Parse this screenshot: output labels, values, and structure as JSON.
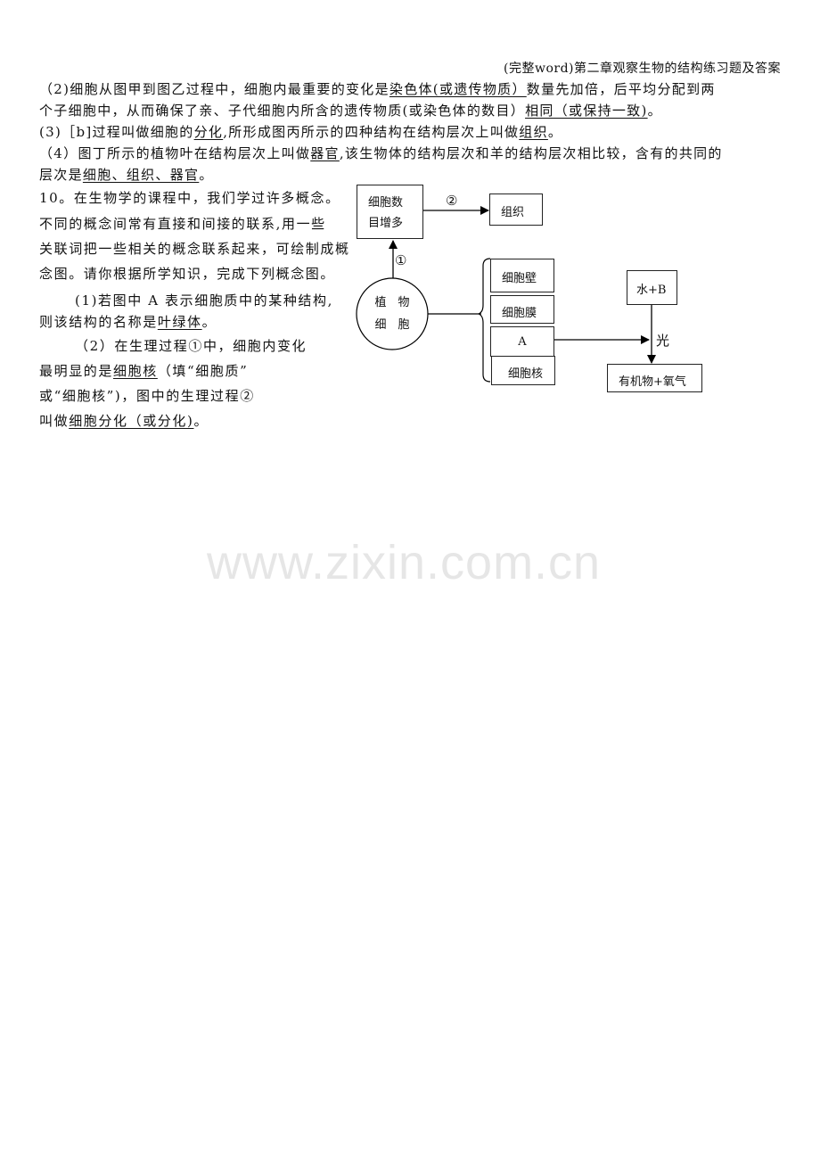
{
  "header": {
    "title": "(完整word)第二章观察生物的结构练习题及答案"
  },
  "q2": {
    "prefix": "（2)细胞从图甲到图乙过程中，细胞内最重要的变化是",
    "answer1": "染色体(或遗传物质）",
    "mid": "数量先加倍，后平均分配到两",
    "line2_prefix": "个子细胞中，从而确保了亲、子代细胞内所含的遗传物质(或染色体的数目）",
    "answer2": "相同（或保持一致)",
    "end": "。"
  },
  "q3": {
    "prefix": "(3)［b]过程叫做细胞的",
    "answer1": "分化",
    "mid": ",所形成图丙所示的四种结构在结构层次上叫做",
    "answer2": "组织",
    "end": "。"
  },
  "q4": {
    "prefix": "（4）图丁所示的植物叶在结构层次上叫做",
    "answer1": "器官",
    "mid": ",该生物体的结构层次和羊的结构层次相比较，含有的共同的",
    "line2_prefix": "层次是",
    "answer2": "细胞、组织、器官",
    "end": "。"
  },
  "q10": {
    "intro_lines": [
      "10。在生物学的课程中，我们学过许多概念。",
      "不同的概念间常有直接和间接的联系,用一些",
      "关联词把一些相关的概念联系起来，可绘制成概",
      "念图。请你根据所学知识，完成下列概念图。"
    ],
    "sub1": {
      "line1": "(1)若图中 A 表示细胞质中的某种结构,",
      "line2_prefix": "则该结构的名称是",
      "answer": "叶绿体",
      "end": "。"
    },
    "sub2": {
      "line1": "（2）在生理过程①中，细胞内变化",
      "line2_prefix": "最明显的是",
      "answer1": "细胞核",
      "line2_suffix": "（填“细胞质”",
      "line3": "或“细胞核”)，图中的生理过程②",
      "line4_prefix": "叫做",
      "answer2": "细胞分化（或分化)",
      "end": "。"
    }
  },
  "diagram": {
    "box_cell_increase_line1": "细胞数",
    "box_cell_increase_line2": "目增多",
    "arrow2_label": "②",
    "box_tissue": "组织",
    "arrow1_label": "①",
    "circle_line1": "植　物",
    "circle_line2": "细　胞",
    "parts": [
      "细胞壁",
      "细胞膜",
      "A",
      "细胞核"
    ],
    "box_water_b": "水+B",
    "light_label": "光",
    "box_products": "有机物+氧气"
  },
  "watermark": "www.zixin.com.cn"
}
